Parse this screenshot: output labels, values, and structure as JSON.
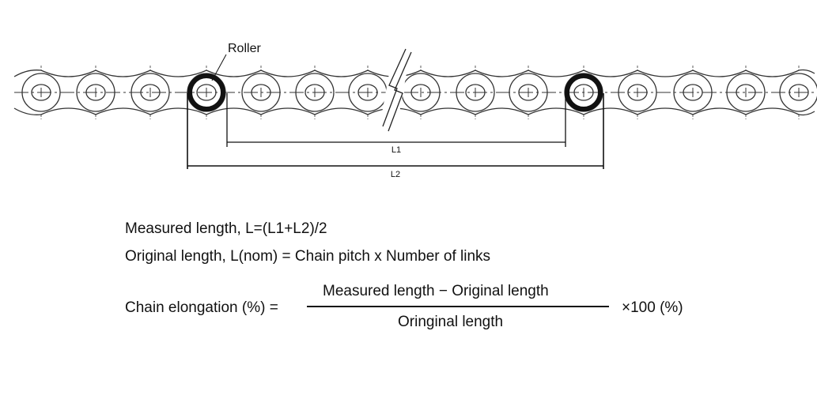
{
  "diagram": {
    "roller_label": "Roller",
    "dim_l1": "L1",
    "dim_l2": "L2"
  },
  "formulas": {
    "measured": "Measured length, L=(L1+L2)/2",
    "original": "Original length, L(nom) = Chain pitch x Number of links",
    "elongation_lhs": "Chain elongation (%) =",
    "numerator": "Measured length − Original length",
    "denominator": "Oringinal length",
    "multiplier": "×100 (%)"
  }
}
